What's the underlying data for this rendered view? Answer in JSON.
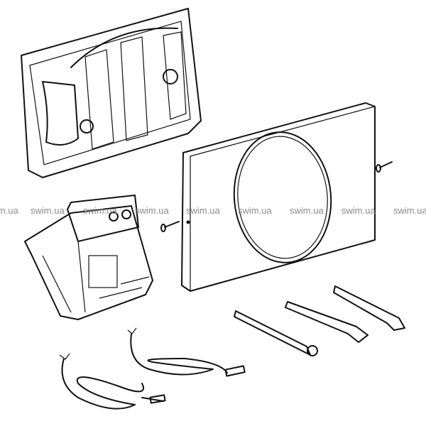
{
  "watermark": {
    "text": "swim.ua",
    "repeats": [
      "swim.ua",
      "swim.ua",
      "swim.ua",
      "swim.ua",
      "swim.ua",
      "swim.ua",
      "swim.ua",
      "swim.ua",
      "swim.ua"
    ]
  }
}
